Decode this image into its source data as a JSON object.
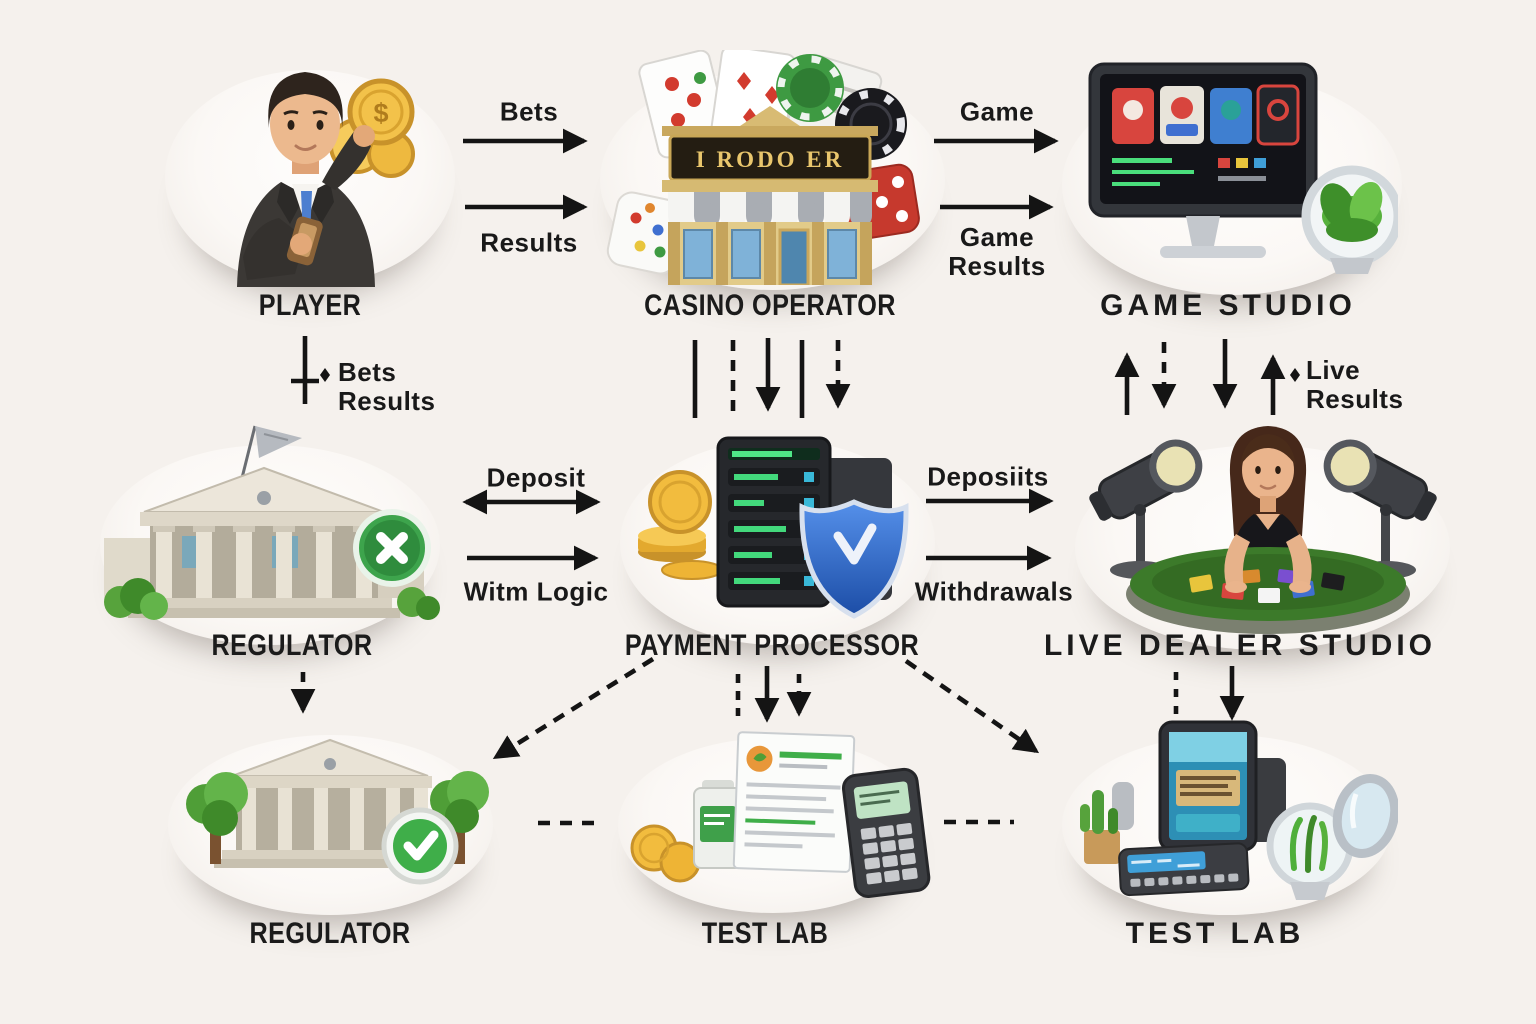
{
  "meta": {
    "background": "#f5f1ed",
    "ink": "#161616",
    "accent_green": "#3fae49",
    "diagram_topic": "online casino ecosystem"
  },
  "nodes": [
    {
      "id": "player",
      "label": "PLAYER",
      "icon": "businessman-phone-gold-coins-icon"
    },
    {
      "id": "casino-operator",
      "label": "CASINO OPERATOR",
      "icon": "casino-building-cards-dice-chips-icon"
    },
    {
      "id": "game-studio",
      "label": "GAME STUDIO",
      "icon": "desktop-monitor-game-thumbnails-icon"
    },
    {
      "id": "regulator",
      "label": "REGULATOR",
      "icon": "bank-building-green-x-badge-icon"
    },
    {
      "id": "payment-processor",
      "label": "PAYMENT PROCESSOR",
      "icon": "server-shield-gold-coins-icon"
    },
    {
      "id": "live-dealer-studio",
      "label": "LIVE DEALER STUDIO",
      "icon": "dealer-table-studio-lights-icon"
    },
    {
      "id": "regulator-2",
      "label": "REGULATOR",
      "icon": "bank-building-green-check-badge-icon"
    },
    {
      "id": "test-lab",
      "label": "TEST LAB",
      "icon": "document-pos-terminal-coins-icon"
    },
    {
      "id": "test-lab-2",
      "label": "TEST LAB",
      "icon": "tablet-console-plant-lens-icon"
    }
  ],
  "edges": [
    {
      "id": "player-casino-bets",
      "label": "Bets"
    },
    {
      "id": "player-casino-results",
      "label": "Results"
    },
    {
      "id": "casino-gamestudio-game",
      "label": "Game"
    },
    {
      "id": "casino-gamestudio-results",
      "label": "Game Results"
    },
    {
      "id": "player-regulator",
      "label": "Bets Results"
    },
    {
      "id": "regulator-payment-deposit",
      "label": "Deposit"
    },
    {
      "id": "regulator-payment-witm",
      "label": "Witm Logic"
    },
    {
      "id": "payment-livedealer-deposits",
      "label": "Deposiits"
    },
    {
      "id": "payment-livedealer-withdraw",
      "label": "Withdrawals"
    },
    {
      "id": "gamestudio-livedealer-live",
      "label": "Live Results"
    }
  ],
  "artwork": {
    "casino_sign": "I RODO ER",
    "coin_symbol": "$"
  }
}
